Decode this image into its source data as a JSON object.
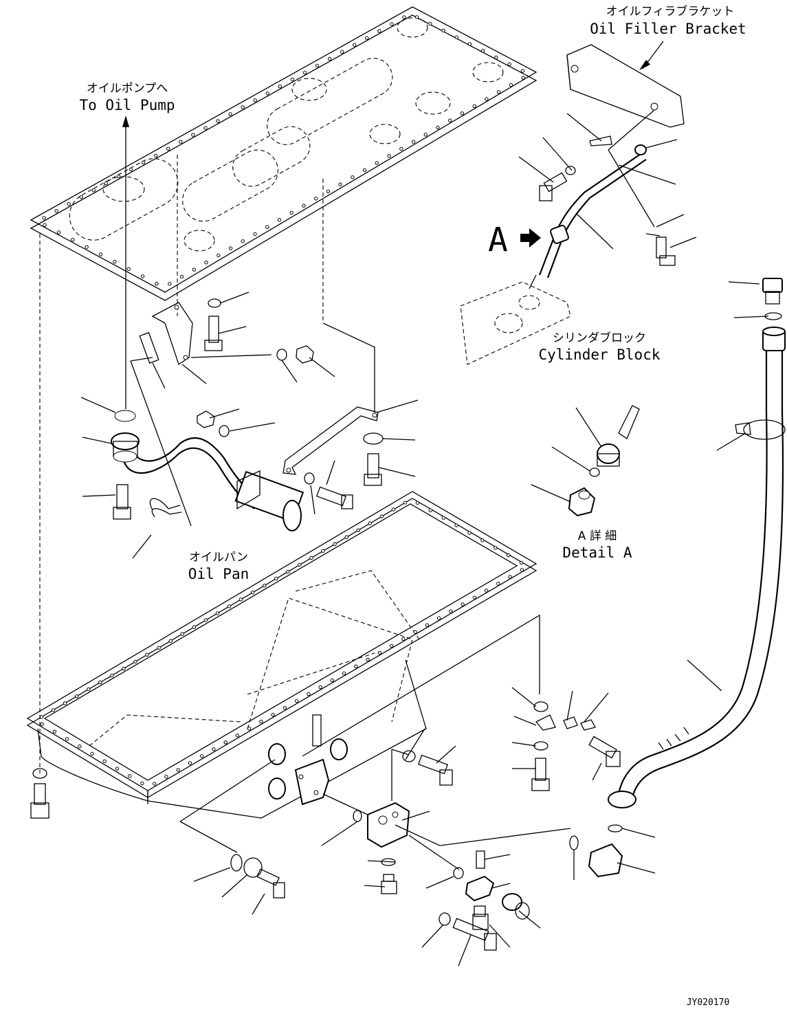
{
  "labels": {
    "oil_filler_bracket_jp": "オイルフィラブラケット",
    "oil_filler_bracket_en": "Oil Filler Bracket",
    "oil_pump_jp": "オイルポンプへ",
    "oil_pump_en": "To Oil Pump",
    "cylinder_block_jp": "シリンダブロック",
    "cylinder_block_en": "Cylinder Block",
    "detail_a_jp": "A 詳 細",
    "detail_a_en": "Detail A",
    "oil_pan_jp": "オイルパン",
    "oil_pan_en": "Oil Pan",
    "view_a": "A",
    "drawing_code": "JY020170"
  }
}
